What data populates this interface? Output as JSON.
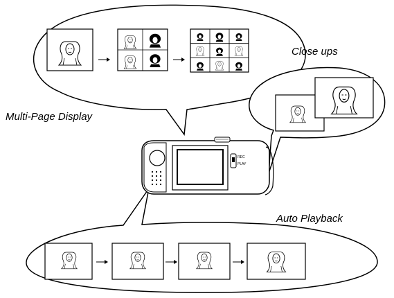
{
  "labels": {
    "multi_page": "Multi-Page Display",
    "close_ups": "Close ups",
    "auto_playback": "Auto Playback",
    "rec": "REC",
    "play": "PLAY"
  }
}
